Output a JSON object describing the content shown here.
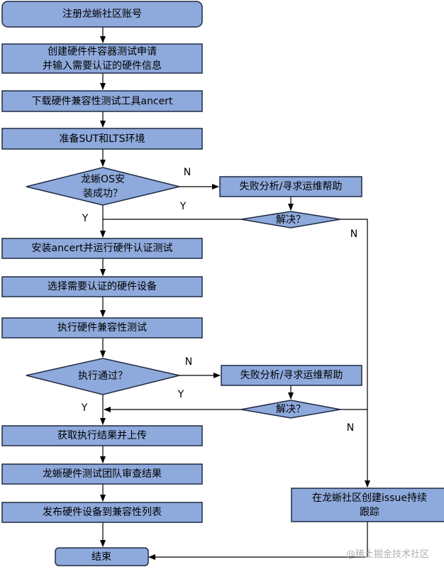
{
  "colors": {
    "fill": "#8EA9DB",
    "stroke": "#1F2A44",
    "line": "#000000",
    "text": "#000000"
  },
  "nodes": {
    "register": "注册龙蜥社区账号",
    "apply_1": "创建硬件件容器测试申请",
    "apply_2": "并输入需要认证的硬件信息",
    "download": "下载硬件兼容性测试工具ancert",
    "prepare": "准备SUT和LTS环境",
    "os_ok_1": "龙蜥OS安",
    "os_ok_2": "装成功？",
    "fail_help_1": "失败分析/寻求运维帮助",
    "solved_1": "解决？",
    "install_run": "安装ancert并运行硬件认证测试",
    "select_dev": "选择需要认证的硬件设备",
    "exec_test": "执行硬件兼容性测试",
    "exec_ok": "执行通过？",
    "fail_help_2": "失败分析/寻求运维帮助",
    "solved_2": "解决？",
    "upload": "获取执行结果并上传",
    "review": "龙蜥硬件测试团队审查结果",
    "publish": "发布硬件设备到兼容性列表",
    "issue_1": "在龙蜥社区创建issue持续",
    "issue_2": "跟踪",
    "end": "结束"
  },
  "edges": {
    "os_no": "N",
    "os_yes": "Y",
    "solved1_yes": "Y",
    "solved1_no": "N",
    "exec_no": "N",
    "exec_yes": "Y",
    "solved2_yes": "Y",
    "solved2_no": "N"
  },
  "watermark": "@稀土掘金技术社区"
}
